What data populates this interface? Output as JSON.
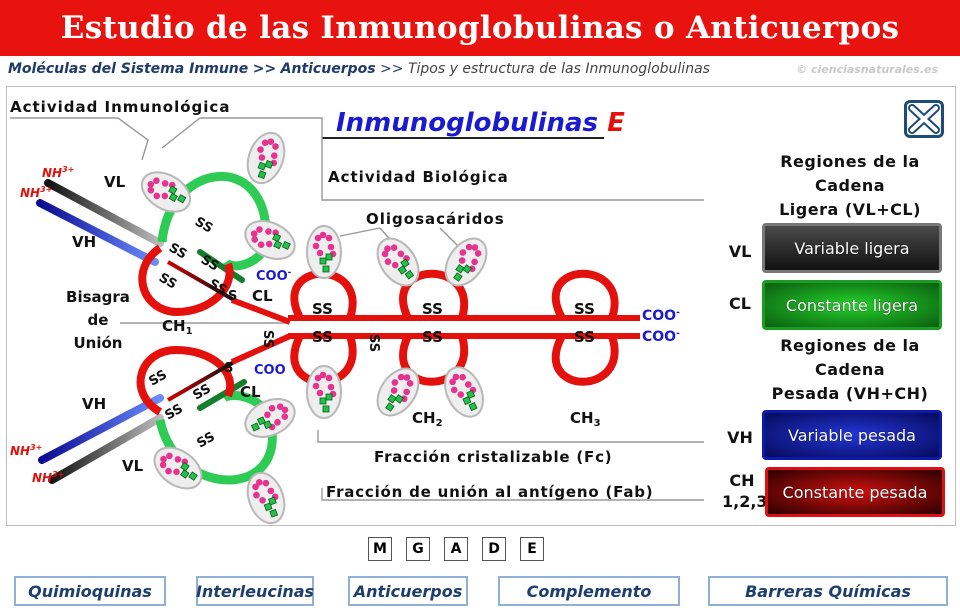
{
  "header": {
    "title": "Estudio de las Inmunoglobulinas o Anticuerpos"
  },
  "breadcrumb": {
    "part1": "Moléculas del Sistema Inmune",
    "sep1": ">>",
    "part2": "Anticuerpos",
    "sep2": ">>",
    "current": "Tipos y estructura de las Inmunoglobulinas"
  },
  "copyright": "© cienciasnaturales.es",
  "diagram": {
    "title_main": "Inmunoglobulinas ",
    "title_letter": "E",
    "actividad_inmunologica": "Actividad Inmunológica",
    "actividad_biologica": "Actividad Biológica",
    "oligosacaridos": "Oligosacáridos",
    "bisagra": [
      "Bisagra",
      "de",
      "Unión"
    ],
    "nh3": "NH",
    "nh3_sup": "3+",
    "coo": "COO",
    "coo_sup": "-",
    "vl": "VL",
    "vh": "VH",
    "cl": "CL",
    "ch1": "CH",
    "ch1_sub": "1",
    "ch2": "CH",
    "ch2_sub": "2",
    "ch3": "CH",
    "ch3_sub": "3",
    "ss": "SS",
    "s": "S",
    "fc": "Fracción cristalizable  (Fc)",
    "fab": "Fracción de unión al antígeno (Fab)"
  },
  "legend": {
    "light_heading": [
      "Regiones de la",
      "Cadena",
      "Ligera (VL+CL)"
    ],
    "heavy_heading": [
      "Regiones de la",
      "Cadena",
      "Pesada (VH+CH)"
    ],
    "items": [
      {
        "key": "VL",
        "label": "Variable ligera",
        "color": "#2b2b2b"
      },
      {
        "key": "CL",
        "label": "Constante ligera",
        "color": "#0f8f12"
      },
      {
        "key": "VH",
        "label": "Variable pesada",
        "color": "#0b1a9c"
      },
      {
        "key": "CH\n1,2,3",
        "label": "Constante pesada",
        "color": "#b30000"
      }
    ]
  },
  "class_buttons": [
    "M",
    "G",
    "A",
    "D",
    "E"
  ],
  "nav_buttons": [
    "Quimioquinas",
    "Interleucinas",
    "Anticuerpos",
    "Complemento",
    "Barreras Químicas"
  ],
  "colors": {
    "header_red": "#e8130f",
    "chain_red": "#e4100c",
    "light_green": "#2ecc55",
    "title_blue": "#1a1ad0",
    "nav_blue": "#1c3f6e"
  }
}
